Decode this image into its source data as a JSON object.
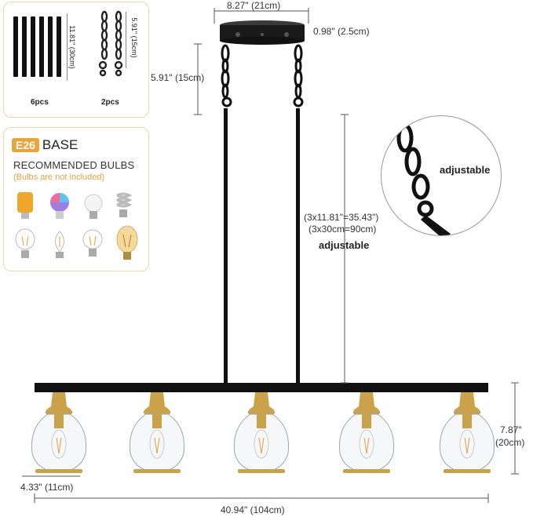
{
  "rods_panel": {
    "rod_length": "11.81\" (30cm)",
    "rod_count": "6pcs",
    "chain_length": "5.91\" (15cm)",
    "chain_count": "2pcs"
  },
  "bulb_panel": {
    "base_badge": "E26",
    "base_text": "BASE",
    "recommended": "RECOMMENDED BULBS",
    "note": "(Bulbs are not included)"
  },
  "dimensions": {
    "canopy_width": "8.27\" (21cm)",
    "canopy_height": "0.98\" (2.5cm)",
    "chain_drop": "5.91\" (15cm)",
    "rod_total_line1": "(3x11.81\"=35.43\")",
    "rod_total_line2": "(3x30cm=90cm)",
    "adjustable": "adjustable",
    "shade_height_line1": "7.87\"",
    "shade_height_line2": "(20cm)",
    "shade_width": "4.33\" (11cm)",
    "total_length": "40.94\" (104cm)"
  },
  "detail_callout": {
    "label": "adjustable"
  },
  "colors": {
    "panel_border": "#e9d9a8",
    "accent_gold": "#c9a24a",
    "badge": "#e9a53a",
    "fixture_black": "#111111"
  }
}
